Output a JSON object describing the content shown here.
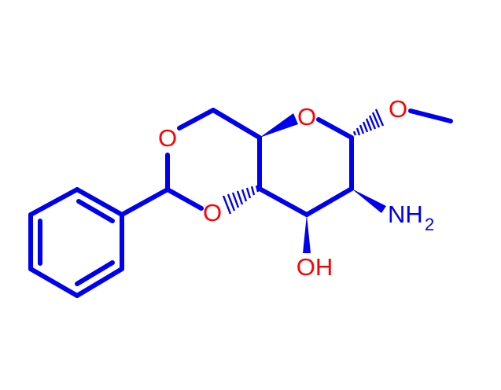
{
  "molecule": {
    "atoms": {
      "ring_oxygen": "O",
      "acetal_oxygen_top": "O",
      "acetal_oxygen_bottom": "O",
      "methoxy_oxygen": "O",
      "amino_group": "NH",
      "amino_subscript": "2",
      "hydroxyl_group": "OH"
    }
  },
  "colors": {
    "bond": "#0000ee",
    "oxygen": "#ff0000",
    "nitrogen": "#0000ee"
  }
}
